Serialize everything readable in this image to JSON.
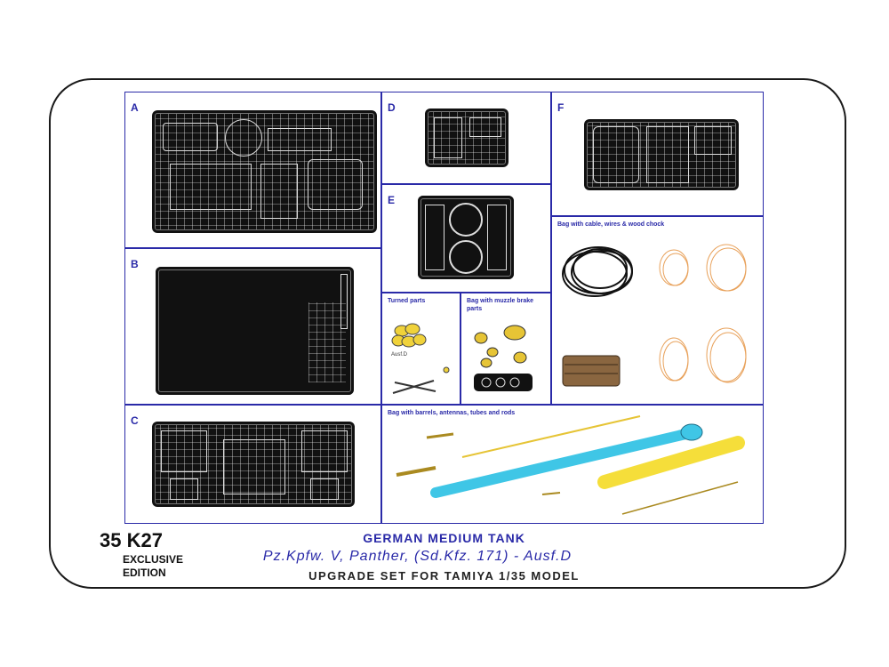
{
  "sheet": {
    "panels": {
      "a": "A",
      "b": "B",
      "c": "C",
      "d": "D",
      "e": "E",
      "f": "F"
    },
    "bags": {
      "turned_parts": "Turned parts",
      "muzzle": "Bag with muzzle brake parts",
      "cable": "Bag with cable, wires & wood chock",
      "barrels": "Bag with barrels, antennas, tubes and rods"
    },
    "captions": {
      "ausd": "Ausf.D"
    }
  },
  "product": {
    "code": "35 K27",
    "edition_line1": "EXCLUSIVE",
    "edition_line2": "EDITION",
    "title": "GERMAN MEDIUM TANK",
    "subtitle": "Pz.Kpfw. V, Panther, (Sd.Kfz. 171) - Ausf.D",
    "upgrade": "UPGRADE SET FOR TAMIYA 1/35 MODEL"
  },
  "colors": {
    "border": "#2a2aa8",
    "fret": "#111111",
    "barrel_cyan": "#3fc6e6",
    "tube_yellow": "#f5de3a",
    "wire_copper": "#e8a15a"
  }
}
